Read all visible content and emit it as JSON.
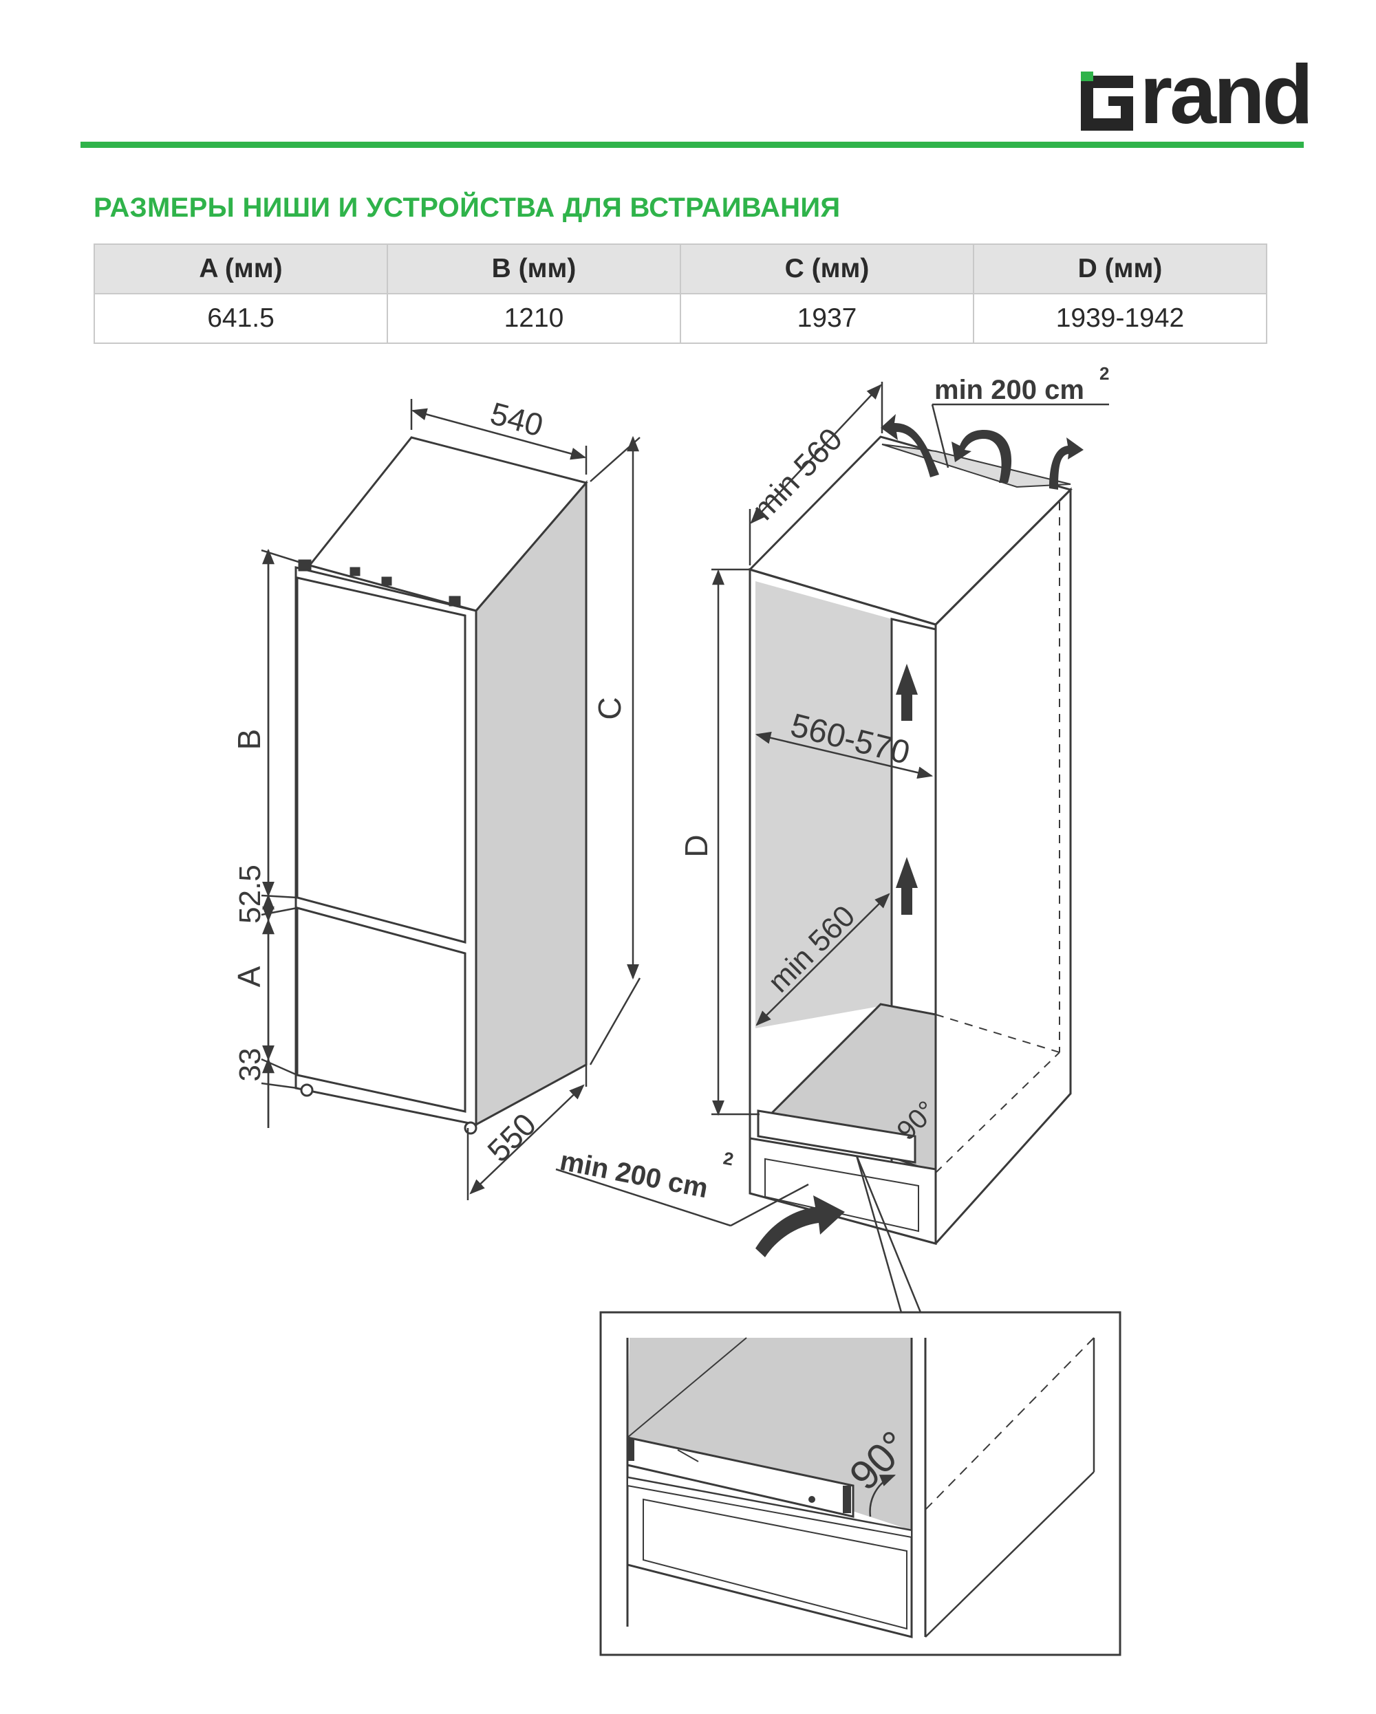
{
  "brand": {
    "logo_text": "rand",
    "logo_letter": "G",
    "accent_color": "#2fb34a"
  },
  "section_title": "РАЗМЕРЫ НИШИ И УСТРОЙСТВА ДЛЯ ВСТРАИВАНИЯ",
  "table": {
    "headers": [
      "A (мм)",
      "B (мм)",
      "C (мм)",
      "D (мм)"
    ],
    "values": [
      "641.5",
      "1210",
      "1937",
      "1939-1942"
    ]
  },
  "fridge": {
    "width_label": "540",
    "depth_label": "550",
    "height_label": "C",
    "upper_label": "B",
    "gap_label": "52.5",
    "lower_label": "A",
    "base_label": "33"
  },
  "niche": {
    "depth_label": "min 560",
    "height_label": "D",
    "width_label": "560-570",
    "inner_depth_label": "min 560",
    "vent_top_label": "min 200 cm",
    "vent_top_sup": "2",
    "vent_bottom_label": "min 200 cm",
    "vent_bottom_sup": "2",
    "angle_label": "90°"
  },
  "detail": {
    "angle_label": "90°"
  }
}
